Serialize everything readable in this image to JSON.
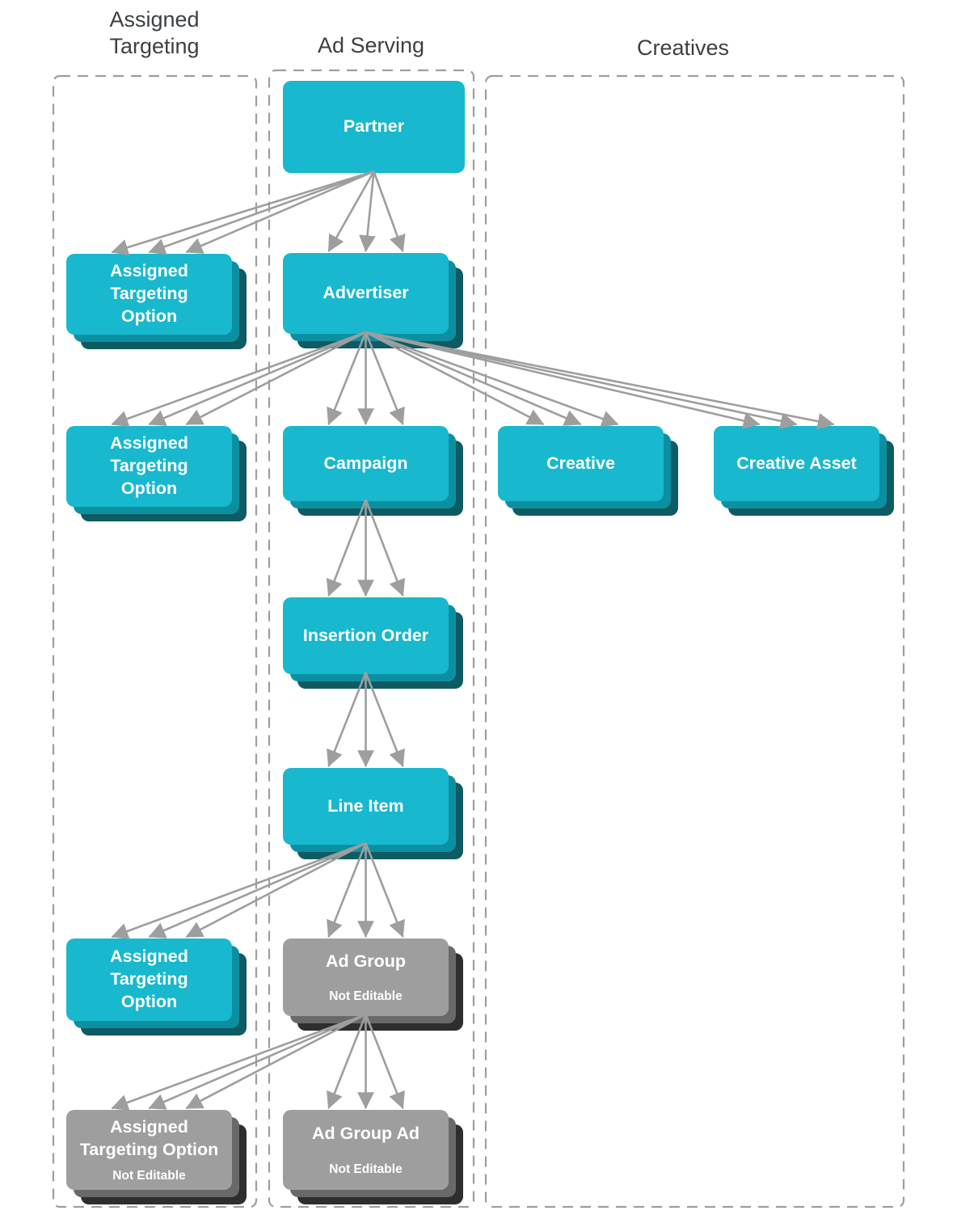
{
  "headers": [
    {
      "id": "assigned-targeting",
      "label": "Assigned\nTargeting"
    },
    {
      "id": "ad-serving",
      "label": "Ad Serving"
    },
    {
      "id": "creatives",
      "label": "Creatives"
    }
  ],
  "colors": {
    "node_cyan": "#18B8CE",
    "node_cyan_shadow1": "#0C90A1",
    "node_cyan_shadow2": "#0F5B63",
    "node_gray": "#9E9E9E",
    "node_gray_shadow1": "#696969",
    "node_gray_shadow2": "#2E2E2E",
    "arrow": "#9E9E9E",
    "column_border": "#9E9E9E",
    "header_text": "#3C4043",
    "node_text": "#FFFFFF"
  },
  "diagram": {
    "nodes": [
      {
        "id": "partner",
        "label": "Partner",
        "variant": "cyan",
        "stacked": false,
        "column": "ad-serving"
      },
      {
        "id": "assigned-targeting-option-1",
        "label": "Assigned\nTargeting\nOption",
        "variant": "cyan",
        "stacked": true,
        "column": "assigned-targeting"
      },
      {
        "id": "advertiser",
        "label": "Advertiser",
        "variant": "cyan",
        "stacked": true,
        "column": "ad-serving"
      },
      {
        "id": "assigned-targeting-option-2",
        "label": "Assigned\nTargeting\nOption",
        "variant": "cyan",
        "stacked": true,
        "column": "assigned-targeting"
      },
      {
        "id": "campaign",
        "label": "Campaign",
        "variant": "cyan",
        "stacked": true,
        "column": "ad-serving"
      },
      {
        "id": "creative",
        "label": "Creative",
        "variant": "cyan",
        "stacked": true,
        "column": "creatives"
      },
      {
        "id": "creative-asset",
        "label": "Creative Asset",
        "variant": "cyan",
        "stacked": true,
        "column": "creatives"
      },
      {
        "id": "insertion-order",
        "label": "Insertion Order",
        "variant": "cyan",
        "stacked": true,
        "column": "ad-serving"
      },
      {
        "id": "line-item",
        "label": "Line Item",
        "variant": "cyan",
        "stacked": true,
        "column": "ad-serving"
      },
      {
        "id": "assigned-targeting-option-3",
        "label": "Assigned\nTargeting\nOption",
        "variant": "cyan",
        "stacked": true,
        "column": "assigned-targeting"
      },
      {
        "id": "ad-group",
        "label": "Ad Group",
        "sublabel": "Not Editable",
        "variant": "gray",
        "stacked": true,
        "column": "ad-serving"
      },
      {
        "id": "assigned-targeting-option-4",
        "label": "Assigned\nTargeting Option",
        "sublabel": "Not Editable",
        "variant": "gray",
        "stacked": true,
        "column": "assigned-targeting",
        "compact": true
      },
      {
        "id": "ad-group-ad",
        "label": "Ad Group Ad",
        "sublabel": "Not Editable",
        "variant": "gray",
        "stacked": true,
        "column": "ad-serving"
      }
    ],
    "edges": [
      {
        "from": "partner",
        "to": "assigned-targeting-option-1"
      },
      {
        "from": "partner",
        "to": "advertiser"
      },
      {
        "from": "advertiser",
        "to": "assigned-targeting-option-2"
      },
      {
        "from": "advertiser",
        "to": "campaign"
      },
      {
        "from": "advertiser",
        "to": "creative"
      },
      {
        "from": "advertiser",
        "to": "creative-asset"
      },
      {
        "from": "campaign",
        "to": "insertion-order"
      },
      {
        "from": "insertion-order",
        "to": "line-item"
      },
      {
        "from": "line-item",
        "to": "assigned-targeting-option-3"
      },
      {
        "from": "line-item",
        "to": "ad-group"
      },
      {
        "from": "ad-group",
        "to": "assigned-targeting-option-4"
      },
      {
        "from": "ad-group",
        "to": "ad-group-ad"
      }
    ]
  },
  "layout": {
    "columns": {
      "assigned-targeting": [
        66,
        94,
        251,
        1399
      ],
      "ad-serving": [
        333,
        87,
        253,
        1406
      ],
      "creatives": [
        601,
        94,
        517,
        1399
      ]
    },
    "header_pos": {
      "assigned-targeting": [
        191,
        8
      ],
      "ad-serving": [
        459,
        40
      ],
      "creatives": [
        845,
        43
      ]
    },
    "node_rects": {
      "partner": [
        350,
        100,
        225,
        114
      ],
      "assigned-targeting-option-1": [
        82,
        314,
        205,
        100
      ],
      "advertiser": [
        350,
        313,
        205,
        100
      ],
      "assigned-targeting-option-2": [
        82,
        527,
        205,
        100
      ],
      "campaign": [
        350,
        527,
        205,
        93
      ],
      "creative": [
        616,
        527,
        205,
        93
      ],
      "creative-asset": [
        883,
        527,
        205,
        93
      ],
      "insertion-order": [
        350,
        739,
        205,
        95
      ],
      "line-item": [
        350,
        950,
        205,
        95
      ],
      "assigned-targeting-option-3": [
        82,
        1161,
        205,
        102
      ],
      "ad-group": [
        350,
        1161,
        205,
        96
      ],
      "assigned-targeting-option-4": [
        82,
        1373,
        205,
        99
      ],
      "ad-group-ad": [
        350,
        1373,
        205,
        99
      ]
    },
    "shadow_offsets": [
      [
        9,
        9
      ],
      [
        18,
        18
      ]
    ],
    "arrow_spread": 46
  }
}
